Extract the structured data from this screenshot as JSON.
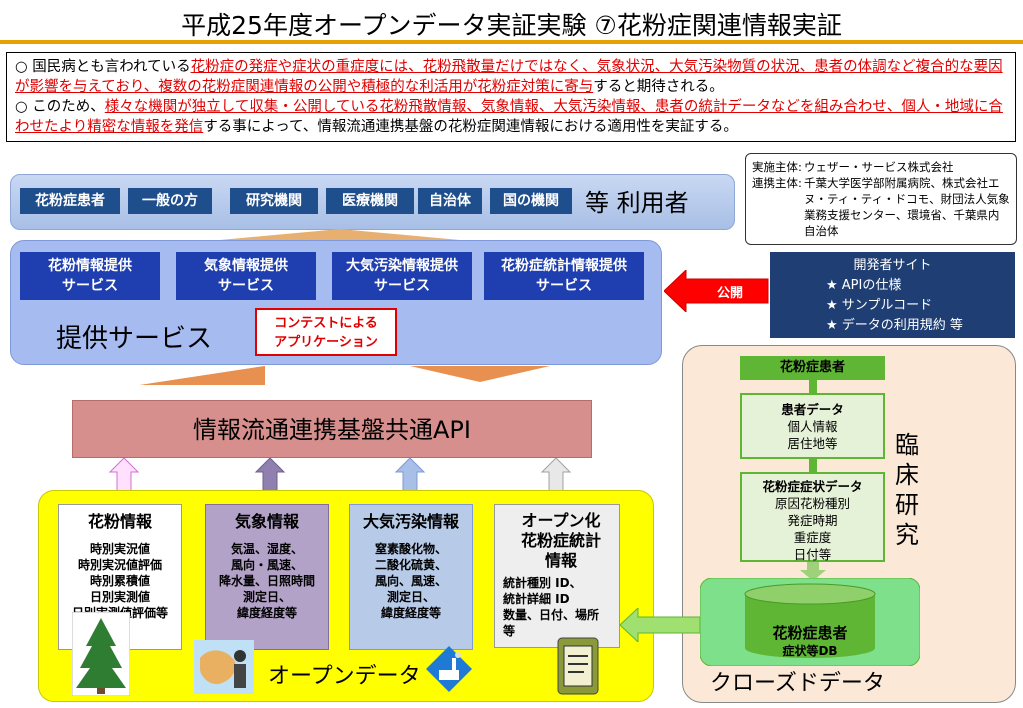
{
  "title": "平成25年度オープンデータ実証実験 ⑦花粉症関連情報実証",
  "intro": {
    "line1_bullet": "○",
    "line1_plain": " 国民病とも言われている",
    "line1_red": "花粉症の発症や症状の重症度には、花粉飛散量だけではなく、気象状況、大気汚染物質の状況、患者の体調など複合的な要因が影響を与えており、複数の花粉症関連情報の公開や積極的な利活用が花粉症対策に寄与",
    "line1_tail": "すると期待される。",
    "line2_bullet": "○",
    "line2_plain": " このため、",
    "line2_red": "様々な機関が独立して収集・公開している花粉飛散情報、気象情報、大気汚染情報、患者の統計データなどを組み合わせ、個人・地域に合わせたより精密な情報を発信",
    "line2_tail": "する事によって、情報流通連携基盤の花粉症関連情報における適用性を実証する。"
  },
  "users": {
    "tags": [
      "花粉症患者",
      "一般の方",
      "研究機関",
      "医療機関",
      "自治体",
      "国の機関"
    ],
    "suffix": "等 利用者"
  },
  "note": {
    "impl_key": "実施主体:",
    "impl_val": "ウェザー・サービス株式会社",
    "coop_key": "連携主体:",
    "coop_val": "千葉大学医学部附属病院、株式会社エヌ・ティ・ティ・ドコモ、財団法人気象業務支援センター、環境省、千葉県内自治体"
  },
  "services": {
    "items": [
      "花粉情報提供\nサービス",
      "気象情報提供\nサービス",
      "大気汚染情報提供\nサービス",
      "花粉症統計情報提供\nサービス"
    ],
    "label": "提供サービス",
    "contest": "コンテストによる\nアプリケーション"
  },
  "publish": {
    "label": "公開"
  },
  "devsite": {
    "title": "開発者サイト",
    "items": [
      "★ APIの仕様",
      "★ サンプルコード",
      "★ データの利用規約 等"
    ]
  },
  "api": {
    "label": "情報流通連携基盤共通API"
  },
  "open_data": {
    "label": "オープンデータ",
    "cards": [
      {
        "title": "花粉情報",
        "body": "時別実況値\n時別実況値評価\n時別累積値\n日別実測値\n日別実測値評価等",
        "color": "#ffffff"
      },
      {
        "title": "気象情報",
        "body": "気温、湿度、\n風向・風速、\n降水量、日照時間\n測定日、\n緯度経度等",
        "color": "#b3a2c7"
      },
      {
        "title": "大気汚染情報",
        "body": "窒素酸化物、\n二酸化硫黄、\n風向、風速、\n測定日、\n緯度経度等",
        "color": "#b7cbe9"
      },
      {
        "title": "オープン化\n花粉症統計\n情報",
        "body": "統計種別 ID、\n統計詳細 ID\n数量、日付、場所\n等",
        "color": "#eeeeee"
      }
    ]
  },
  "clinic": {
    "patient": "花粉症患者",
    "patient_data_title": "患者データ",
    "patient_data_body": "個人情報\n居住地等",
    "symptom_title": "花粉症症状データ",
    "symptom_body": "原因花粉種別\n発症時期\n重症度\n日付等",
    "label": "臨床研究",
    "db_title": "花粉症患者",
    "db_sub": "症状等DB",
    "closed_label": "クローズドデータ"
  },
  "colors": {
    "navy": "#1f4e8c",
    "service_blue": "#1f3fb0",
    "red": "#e00000",
    "green": "#5fb534",
    "yellow": "#ffff00"
  }
}
